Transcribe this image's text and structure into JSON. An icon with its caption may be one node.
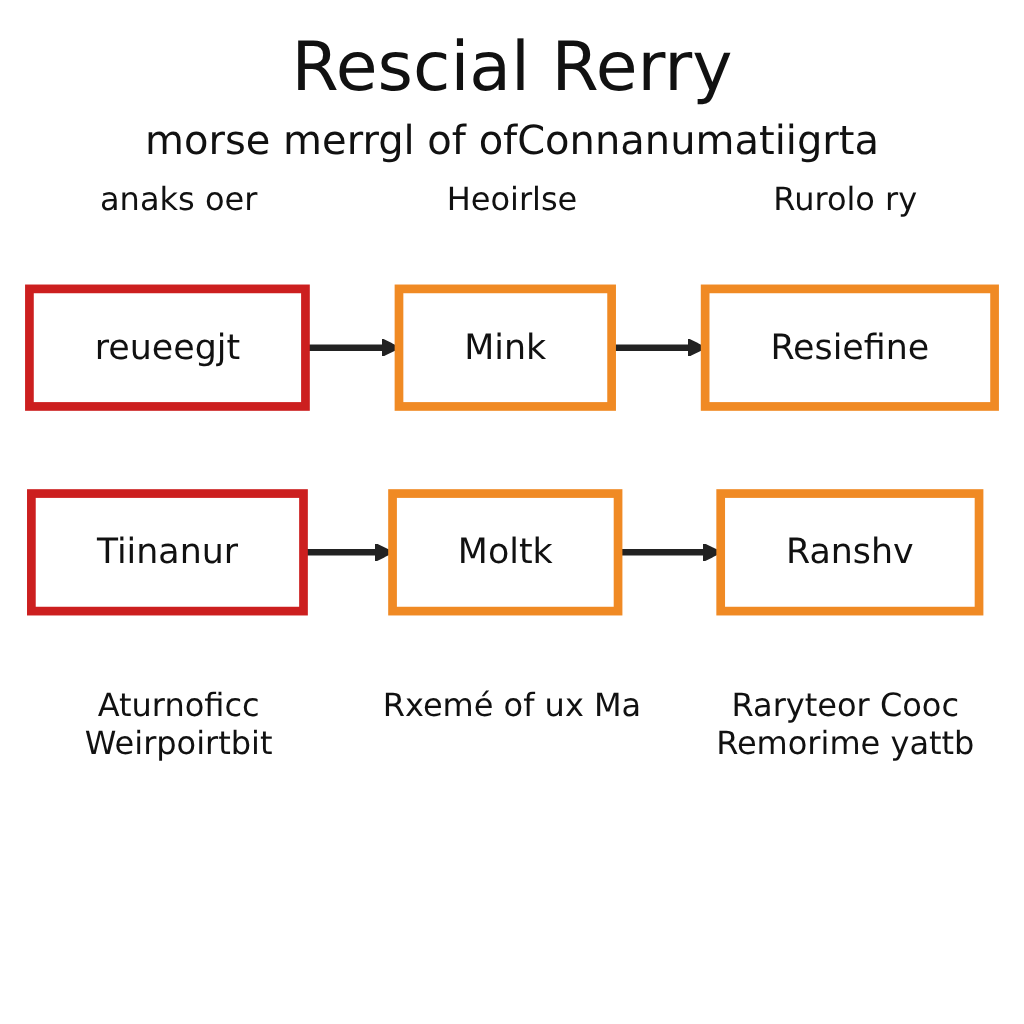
{
  "diagram": {
    "title": "Rescial Rerry",
    "nodes": [
      {
        "text": [
          "reueegjt"
        ]
      },
      {
        "text": [
          "Mink"
        ]
      },
      {
        "text": [
          "Resiefine"
        ]
      },
      {
        "text": [
          "Tiinanur"
        ]
      },
      {
        "text": [
          "Moltk"
        ]
      },
      {
        "text": [
          "Ranshv"
        ]
      }
    ],
    "edges": [
      {
        "from": 0,
        "to": 1,
        "arrow": "to"
      },
      {
        "from": 1,
        "to": 2,
        "arrow": "to"
      },
      {
        "from": 3,
        "to": 4,
        "arrow": "to"
      },
      {
        "from": 4,
        "to": 5,
        "arrow": "to"
      }
    ],
    "labels": [
      "morse merrgl of ofConnanumatiigrta",
      "anaks oer",
      "Heoirlse",
      "Rurolo ry",
      "Aturnoficc Weirpoirtbit",
      "Rxemé of ux Ma",
      "Raryteor Cooc Remorime yattb"
    ]
  }
}
